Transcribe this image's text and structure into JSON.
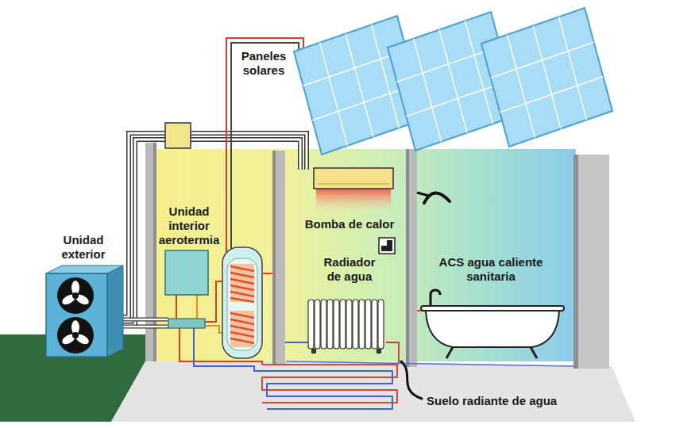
{
  "diagram": {
    "labels": [
      "Paneles solares",
      "Unidad interior aerotermia",
      "Unidad exterior",
      "Bomba de calor",
      "Radiador de agua",
      "ACS agua caliente sanitaria",
      "Suelo radiante de agua"
    ]
  }
}
